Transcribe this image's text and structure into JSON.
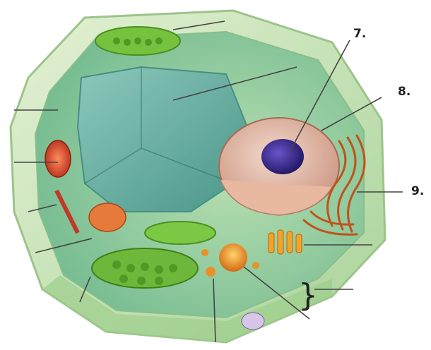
{
  "labels": {
    "seven": "7.",
    "eight": "8.",
    "nine": "9."
  },
  "colors": {
    "cell_wall": "#cfe6b8",
    "cytoplasm": "#7fbf9a",
    "vacuole": "#4f9e93",
    "nucleus": "#d9b3a0",
    "nucleolus": "#3b2f8f",
    "chloroplast": "#6fbf3a",
    "mitochondrion": "#c0392b",
    "er": "#c0651d",
    "golgi": "#e08a1e",
    "leader_line": "#444444"
  }
}
